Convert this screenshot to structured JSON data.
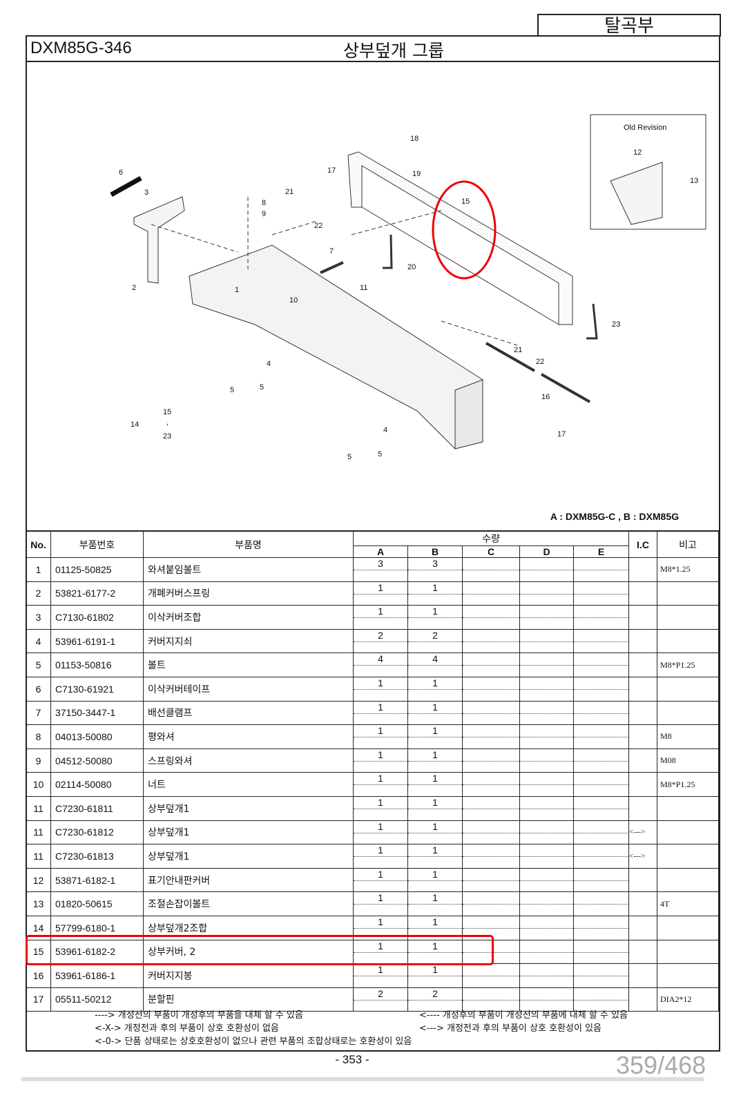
{
  "header": {
    "section": "탈곡부",
    "model": "DXM85G-346",
    "title": "상부덮개 그룹"
  },
  "diagram": {
    "inset_title": "Old Revision",
    "variant_note": "A : DXM85G-C , B : DXM85G",
    "callouts": [
      "6",
      "3",
      "2",
      "1",
      "8",
      "9",
      "10",
      "7",
      "21",
      "17",
      "18",
      "19",
      "22",
      "20",
      "11",
      "15",
      "23",
      "21",
      "22",
      "16",
      "17",
      "4",
      "5",
      "5",
      "4",
      "5",
      "5",
      "14",
      "15",
      ",",
      "23",
      "12",
      "13"
    ]
  },
  "table": {
    "headers": {
      "no": "No.",
      "part_no": "부품번호",
      "name": "부품명",
      "qty": "수량",
      "cols": [
        "A",
        "B",
        "C",
        "D",
        "E"
      ],
      "ic": "I.C",
      "remarks": "비고"
    },
    "rows": [
      {
        "no": "1",
        "part_no": "01125-50825",
        "name": "와셔붙임볼트",
        "a": "3",
        "b": "3",
        "ic": "",
        "remarks": "M8*1.25"
      },
      {
        "no": "2",
        "part_no": "53821-6177-2",
        "name": "개폐커버스프링",
        "a": "1",
        "b": "1",
        "ic": "",
        "remarks": ""
      },
      {
        "no": "3",
        "part_no": "C7130-61802",
        "name": "이삭커버조합",
        "a": "1",
        "b": "1",
        "ic": "",
        "remarks": ""
      },
      {
        "no": "4",
        "part_no": "53961-6191-1",
        "name": "커버지지쇠",
        "a": "2",
        "b": "2",
        "ic": "",
        "remarks": ""
      },
      {
        "no": "5",
        "part_no": "01153-50816",
        "name": "볼트",
        "a": "4",
        "b": "4",
        "ic": "",
        "remarks": "M8*P1.25"
      },
      {
        "no": "6",
        "part_no": "C7130-61921",
        "name": "이삭커버테이프",
        "a": "1",
        "b": "1",
        "ic": "",
        "remarks": ""
      },
      {
        "no": "7",
        "part_no": "37150-3447-1",
        "name": "배선클램프",
        "a": "1",
        "b": "1",
        "ic": "",
        "remarks": ""
      },
      {
        "no": "8",
        "part_no": "04013-50080",
        "name": "평와셔",
        "a": "1",
        "b": "1",
        "ic": "",
        "remarks": "M8"
      },
      {
        "no": "9",
        "part_no": "04512-50080",
        "name": "스프링와셔",
        "a": "1",
        "b": "1",
        "ic": "",
        "remarks": "M08"
      },
      {
        "no": "10",
        "part_no": "02114-50080",
        "name": "너트",
        "a": "1",
        "b": "1",
        "ic": "",
        "remarks": "M8*P1.25"
      },
      {
        "no": "11",
        "part_no": "C7230-61811",
        "name": "상부덮개1",
        "a": "1",
        "b": "1",
        "ic": "",
        "remarks": ""
      },
      {
        "no": "11",
        "part_no": "C7230-61812",
        "name": "상부덮개1",
        "a": "1",
        "b": "1",
        "ic": "<--->",
        "remarks": ""
      },
      {
        "no": "11",
        "part_no": "C7230-61813",
        "name": "상부덮개1",
        "a": "1",
        "b": "1",
        "ic": "<--->",
        "remarks": ""
      },
      {
        "no": "12",
        "part_no": "53871-6182-1",
        "name": "표기안내판커버",
        "a": "1",
        "b": "1",
        "ic": "",
        "remarks": ""
      },
      {
        "no": "13",
        "part_no": "01820-50615",
        "name": "조절손잡이볼트",
        "a": "1",
        "b": "1",
        "ic": "",
        "remarks": "4T"
      },
      {
        "no": "14",
        "part_no": "57799-6180-1",
        "name": "상부덮개2조합",
        "a": "1",
        "b": "1",
        "ic": "",
        "remarks": ""
      },
      {
        "no": "15",
        "part_no": "53961-6182-2",
        "name": "상부커버, 2",
        "a": "1",
        "b": "1",
        "ic": "",
        "remarks": ""
      },
      {
        "no": "16",
        "part_no": "53961-6186-1",
        "name": "커버지지봉",
        "a": "1",
        "b": "1",
        "ic": "",
        "remarks": ""
      },
      {
        "no": "17",
        "part_no": "05511-50212",
        "name": "분할핀",
        "a": "2",
        "b": "2",
        "ic": "",
        "remarks": "DIA2*12"
      }
    ]
  },
  "notes": [
    "---->  개정전의 부품이 개정후의 부품을 대체 할 수 있음",
    "<----  개정후의 부품이 개정전의 부품에 대체 할 수 있음",
    "<-X->  개정전과 후의 부품이 상호 호환성이 없음",
    "<--->  개정전과 후의 부품이 상호 호환성이 있음",
    "<-0->  단품 상태로는 상호호환성이 없으나 관련 부품의 조합상태로는 호환성이 있음"
  ],
  "footer": {
    "page": "- 353 -",
    "page_count": "359/468"
  },
  "colors": {
    "highlight": "#e00000"
  }
}
